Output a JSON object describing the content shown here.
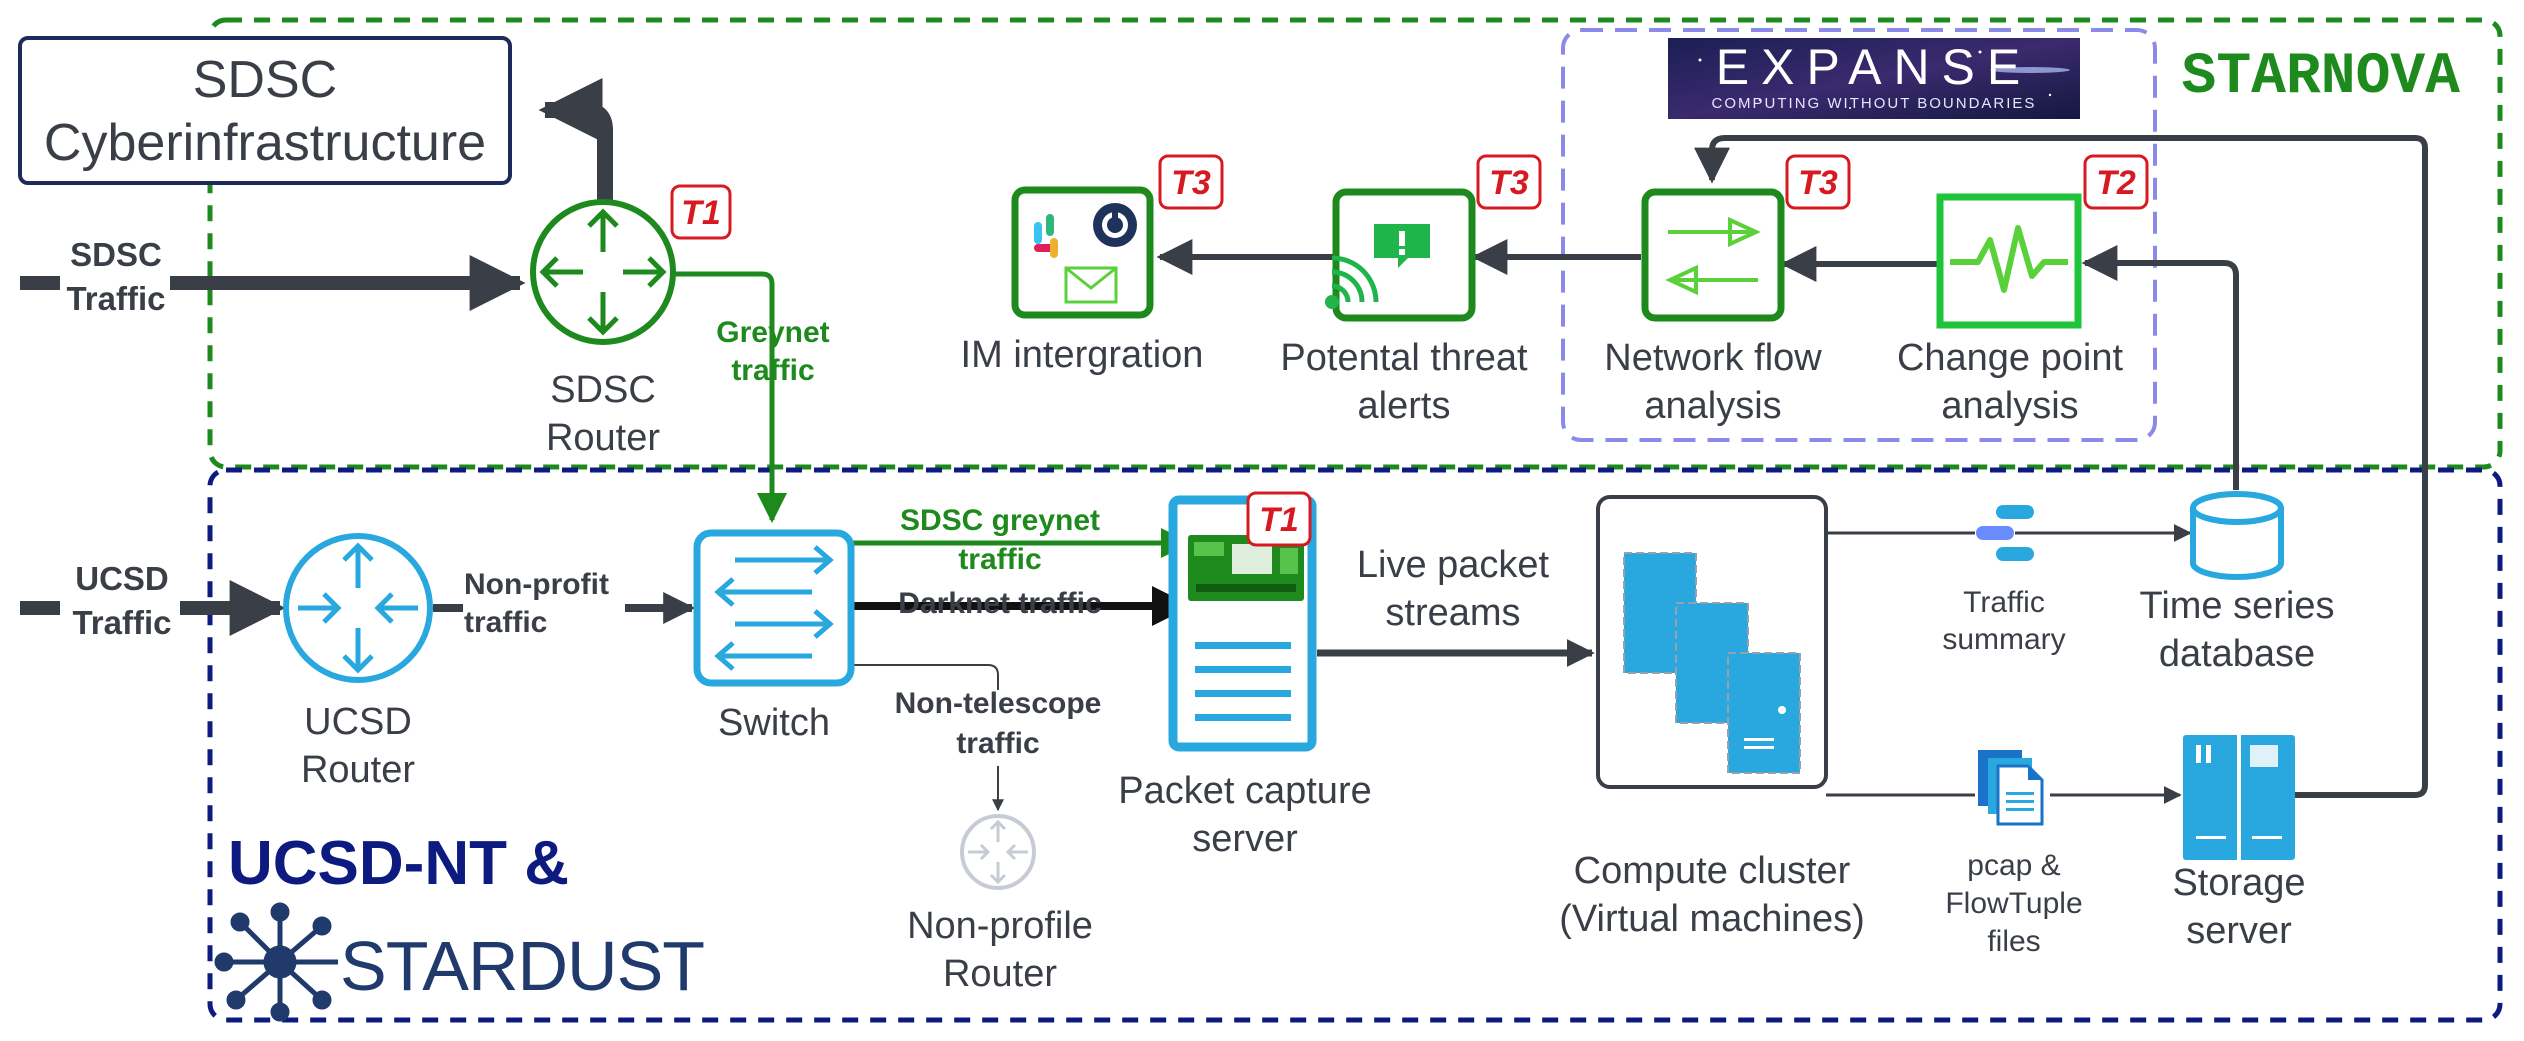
{
  "colors": {
    "green": "#1e8a1e",
    "blue": "#29a8df",
    "navy": "#0d1a80",
    "dark": "#3a3e47",
    "red": "#d71920",
    "purple": "#8c8ae8"
  },
  "sdsc_ci": {
    "line1": "SDSC",
    "line2": "Cyberinfrastructure"
  },
  "starnova": {
    "title": "STARNOVA"
  },
  "expanse": {
    "title": "EXPANSE",
    "subtitle": "COMPUTING WITHOUT BOUNDARIES"
  },
  "ucsd_group": {
    "title": "UCSD-NT &",
    "logo_text": "STARDUST"
  },
  "inputs": {
    "sdsc_traffic": {
      "line1": "SDSC",
      "line2": "Traffic"
    },
    "ucsd_traffic": {
      "line1": "UCSD",
      "line2": "Traffic"
    }
  },
  "nodes": {
    "sdsc_router": {
      "line1": "SDSC",
      "line2": "Router",
      "tag": "T1"
    },
    "im": {
      "line1": "IM intergration",
      "tag": "T3"
    },
    "alerts": {
      "line1": "Potental threat",
      "line2": "alerts",
      "tag": "T3"
    },
    "netflow": {
      "line1": "Network flow",
      "line2": "analysis",
      "tag": "T3"
    },
    "changepoint": {
      "line1": "Change point",
      "line2": "analysis",
      "tag": "T2"
    },
    "ucsd_router": {
      "line1": "UCSD",
      "line2": "Router"
    },
    "switch": {
      "line1": "Switch"
    },
    "capture": {
      "line1": "Packet capture",
      "line2": "server",
      "tag": "T1"
    },
    "nonprofile": {
      "line1": "Non-profile",
      "line2": "Router"
    },
    "cluster": {
      "line1": "Compute cluster",
      "line2": "(Virtual machines)"
    },
    "tsdb": {
      "line1": "Time series",
      "line2": "database"
    },
    "storage": {
      "line1": "Storage",
      "line2": "server"
    }
  },
  "edges": {
    "greynet": {
      "line1": "Greynet",
      "line2": "traffic"
    },
    "nonprofit": {
      "line1": "Non-profit",
      "line2": "traffic"
    },
    "sdsc_greynet": {
      "line1": "SDSC greynet",
      "line2": "traffic"
    },
    "darknet": {
      "line1": "Darknet traffic"
    },
    "nontelescope": {
      "line1": "Non-telescope",
      "line2": "traffic"
    },
    "live": {
      "line1": "Live packet",
      "line2": "streams"
    },
    "traffic_summary": {
      "line1": "Traffic",
      "line2": "summary"
    },
    "pcap": {
      "line1": "pcap &",
      "line2": "FlowTuple",
      "line3": "files"
    }
  }
}
